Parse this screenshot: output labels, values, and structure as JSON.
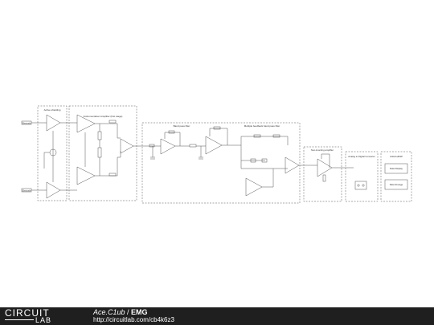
{
  "schematic": {
    "blocks": {
      "active_shield": "Active shielding",
      "instrumentation_amp": "Instrumentation Amplifier (first stage)",
      "band_pass": "Band pass filter",
      "multiple_feedback": "Multiple feedback band pass filter",
      "non_inverting": "Non-inverting amplifier",
      "adc": "Analog to Digital Converter",
      "arduino": "Arduino/ESP"
    },
    "adc_boxes": {
      "output1": "Data Display",
      "output2": "Data Storage"
    },
    "inputs": {
      "electrode_top": "Electrode",
      "electrode_bottom": "Electrode"
    }
  },
  "footer": {
    "logo_top": "CIRCUIT",
    "logo_bottom": "LAB",
    "user": "Ace.C1ub",
    "separator": " / ",
    "title": "EMG",
    "url": "http://circuitlab.com/cb4k6z3"
  }
}
